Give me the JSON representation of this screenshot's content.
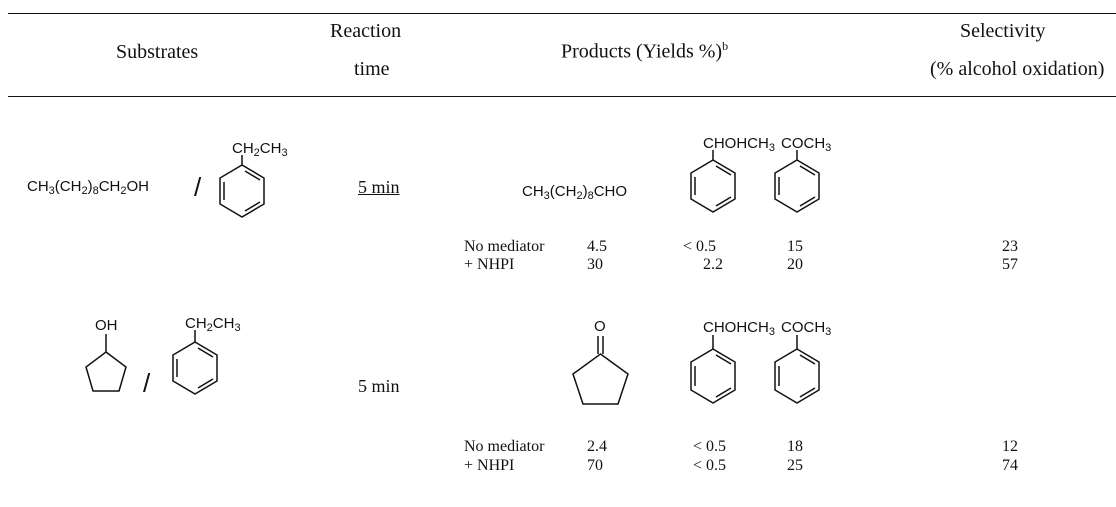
{
  "table": {
    "headers": {
      "substrates": "Substrates",
      "reaction_time_1": "Reaction",
      "reaction_time_2": "time",
      "products": "Products (Yields %)",
      "products_sup": "b",
      "selectivity_1": "Selectivity",
      "selectivity_2": "(% alcohol oxidation)"
    },
    "entries": [
      {
        "substrate_alcohol": "CH3(CH2)8CH2OH",
        "substrate_alkyl": "CH2CH3",
        "separator": "/",
        "time": "5 min",
        "product_1": "CH3(CH2)8CHO",
        "product_2": "CHOHCH3",
        "product_3": "COCH3",
        "rows": [
          {
            "condition": "No mediator",
            "y1": "4.5",
            "y2": "< 0.5",
            "y3": "15",
            "selectivity": "23"
          },
          {
            "condition": "+ NHPI",
            "y1": "30",
            "y2": "2.2",
            "y3": "20",
            "selectivity": "57"
          }
        ]
      },
      {
        "substrate_alcohol": "OH",
        "substrate_alkyl": "CH2CH3",
        "separator": "/",
        "time": "5 min",
        "product_1": "O",
        "product_2": "CHOHCH3",
        "product_3": "COCH3",
        "rows": [
          {
            "condition": "No mediator",
            "y1": "2.4",
            "y2": "< 0.5",
            "y3": "18",
            "selectivity": "12"
          },
          {
            "condition": "+ NHPI",
            "y1": "70",
            "y2": "< 0.5",
            "y3": "25",
            "selectivity": "74"
          }
        ]
      }
    ]
  }
}
